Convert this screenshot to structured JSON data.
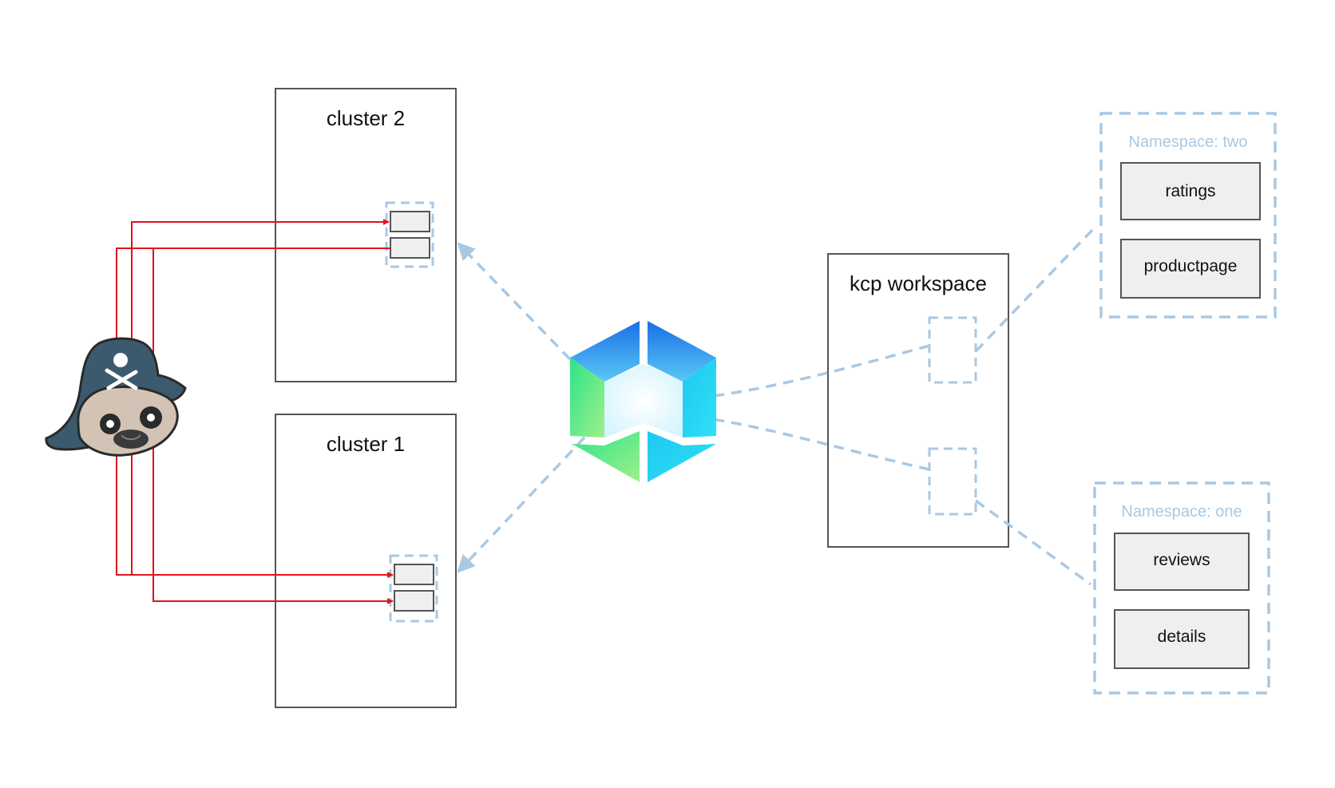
{
  "clusters": {
    "top": {
      "label": "cluster 2"
    },
    "bottom": {
      "label": "cluster 1"
    }
  },
  "workspace": {
    "label": "kcp workspace"
  },
  "namespaces": {
    "two": {
      "label": "Namespace: two",
      "services": [
        "ratings",
        "productpage"
      ]
    },
    "one": {
      "label": "Namespace: one",
      "services": [
        "reviews",
        "details"
      ]
    }
  },
  "icons": {
    "mascot": "pirate-pug-icon",
    "hub": "kcp-hexagon-logo-icon"
  },
  "colors": {
    "traffic": "#e0121d",
    "sync_link": "#a9c8e3",
    "service_fill": "#efefef",
    "box_stroke": "#555555"
  }
}
